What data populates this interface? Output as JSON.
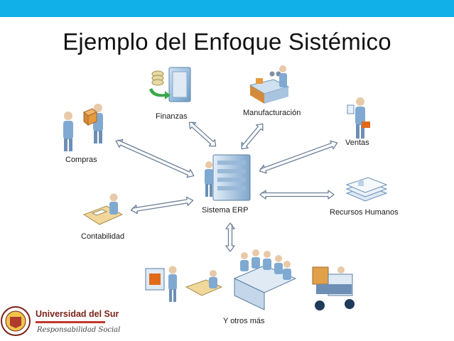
{
  "slide": {
    "title": "Ejemplo del Enfoque Sistémico",
    "accent_color": "#12b0e8"
  },
  "nodes": {
    "center": "Sistema ERP",
    "finanzas": "Finanzas",
    "manufacturacion": "Manufacturación",
    "ventas": "Ventas",
    "compras": "Compras",
    "recursos_humanos": "Recursos Humanos",
    "contabilidad": "Contabilidad",
    "otros": "Y otros más"
  },
  "logo": {
    "name": "Universidad del Sur",
    "tagline": "Responsabilidad Social",
    "icon": "university-seal-icon"
  }
}
